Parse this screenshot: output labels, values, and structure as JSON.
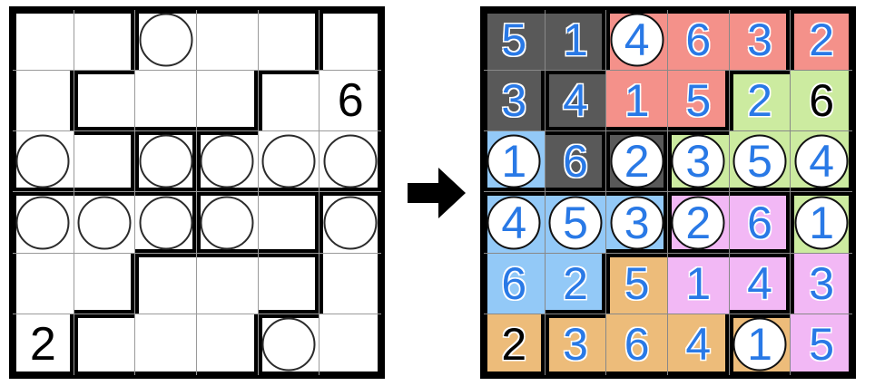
{
  "title": "Sudoku-style region puzzle and its solution",
  "arrow": {
    "name": "right-arrow",
    "color": "#000000"
  },
  "glyph_colors": {
    "digit_blue": "#2979e6",
    "digit_black": "#000000",
    "thick_border": "#000000",
    "thin_border": "#9a9a9a",
    "circle_fill": "#ffffff"
  },
  "region_colors": {
    "gray": "#595959",
    "salmon": "#f4918a",
    "green": "#cceba0",
    "blue": "#93c9f7",
    "violet": "#f2b8f5",
    "orange": "#edbc7a"
  },
  "puzzle": {
    "name": "puzzle-grid",
    "rows": 6,
    "cols": 6,
    "cells": [
      [
        {
          "value": "",
          "circle": false,
          "t": true,
          "b": false,
          "l": true,
          "r": false
        },
        {
          "value": "",
          "circle": false,
          "t": true,
          "b": false,
          "l": false,
          "r": true
        },
        {
          "value": "",
          "circle": true,
          "t": true,
          "b": false,
          "l": true,
          "r": false
        },
        {
          "value": "",
          "circle": false,
          "t": true,
          "b": false,
          "l": false,
          "r": false
        },
        {
          "value": "",
          "circle": false,
          "t": true,
          "b": false,
          "l": false,
          "r": true
        },
        {
          "value": "",
          "circle": false,
          "t": true,
          "b": false,
          "l": true,
          "r": true
        }
      ],
      [
        {
          "value": "",
          "circle": false,
          "t": false,
          "b": false,
          "l": true,
          "r": true
        },
        {
          "value": "",
          "circle": false,
          "t": true,
          "b": true,
          "l": true,
          "r": false
        },
        {
          "value": "",
          "circle": false,
          "t": false,
          "b": true,
          "l": false,
          "r": false
        },
        {
          "value": "",
          "circle": false,
          "t": false,
          "b": true,
          "l": false,
          "r": true
        },
        {
          "value": "",
          "circle": false,
          "t": true,
          "b": false,
          "l": true,
          "r": false
        },
        {
          "value": "6",
          "circle": false,
          "t": false,
          "b": false,
          "l": false,
          "r": true
        }
      ],
      [
        {
          "value": "",
          "circle": true,
          "t": false,
          "b": true,
          "l": true,
          "r": false
        },
        {
          "value": "",
          "circle": false,
          "t": true,
          "b": true,
          "l": false,
          "r": true
        },
        {
          "value": "",
          "circle": true,
          "t": true,
          "b": true,
          "l": true,
          "r": true
        },
        {
          "value": "",
          "circle": true,
          "t": true,
          "b": true,
          "l": true,
          "r": false
        },
        {
          "value": "",
          "circle": true,
          "t": false,
          "b": true,
          "l": false,
          "r": false
        },
        {
          "value": "",
          "circle": true,
          "t": false,
          "b": true,
          "l": false,
          "r": true
        }
      ],
      [
        {
          "value": "",
          "circle": true,
          "t": true,
          "b": false,
          "l": true,
          "r": false
        },
        {
          "value": "",
          "circle": true,
          "t": true,
          "b": false,
          "l": false,
          "r": false
        },
        {
          "value": "",
          "circle": true,
          "t": true,
          "b": true,
          "l": false,
          "r": true
        },
        {
          "value": "",
          "circle": true,
          "t": true,
          "b": true,
          "l": true,
          "r": false
        },
        {
          "value": "",
          "circle": false,
          "t": true,
          "b": true,
          "l": false,
          "r": true
        },
        {
          "value": "",
          "circle": true,
          "t": true,
          "b": false,
          "l": true,
          "r": true
        }
      ],
      [
        {
          "value": "",
          "circle": false,
          "t": false,
          "b": false,
          "l": true,
          "r": false
        },
        {
          "value": "",
          "circle": false,
          "t": false,
          "b": true,
          "l": false,
          "r": true
        },
        {
          "value": "",
          "circle": false,
          "t": true,
          "b": false,
          "l": true,
          "r": false
        },
        {
          "value": "",
          "circle": false,
          "t": true,
          "b": false,
          "l": false,
          "r": false
        },
        {
          "value": "",
          "circle": false,
          "t": true,
          "b": true,
          "l": false,
          "r": true
        },
        {
          "value": "",
          "circle": false,
          "t": false,
          "b": false,
          "l": true,
          "r": true
        }
      ],
      [
        {
          "value": "2",
          "circle": false,
          "t": false,
          "b": true,
          "l": true,
          "r": true
        },
        {
          "value": "",
          "circle": false,
          "t": true,
          "b": true,
          "l": true,
          "r": false
        },
        {
          "value": "",
          "circle": false,
          "t": false,
          "b": true,
          "l": false,
          "r": false
        },
        {
          "value": "",
          "circle": false,
          "t": false,
          "b": true,
          "l": false,
          "r": true
        },
        {
          "value": "",
          "circle": true,
          "t": true,
          "b": true,
          "l": true,
          "r": false
        },
        {
          "value": "",
          "circle": false,
          "t": false,
          "b": true,
          "l": false,
          "r": true
        }
      ]
    ]
  },
  "solution": {
    "name": "solution-grid",
    "rows": 6,
    "cols": 6,
    "cells": [
      [
        {
          "value": "5",
          "color": "gray",
          "digit": "blue",
          "circle": false,
          "t": true,
          "b": false,
          "l": true,
          "r": false
        },
        {
          "value": "1",
          "color": "gray",
          "digit": "blue",
          "circle": false,
          "t": true,
          "b": false,
          "l": false,
          "r": true
        },
        {
          "value": "4",
          "color": "salmon",
          "digit": "blue",
          "circle": true,
          "t": true,
          "b": false,
          "l": true,
          "r": false
        },
        {
          "value": "6",
          "color": "salmon",
          "digit": "blue",
          "circle": false,
          "t": true,
          "b": false,
          "l": false,
          "r": false
        },
        {
          "value": "3",
          "color": "salmon",
          "digit": "blue",
          "circle": false,
          "t": true,
          "b": false,
          "l": false,
          "r": true
        },
        {
          "value": "2",
          "color": "salmon",
          "digit": "blue",
          "circle": false,
          "t": true,
          "b": false,
          "l": true,
          "r": true
        }
      ],
      [
        {
          "value": "3",
          "color": "gray",
          "digit": "blue",
          "circle": false,
          "t": false,
          "b": false,
          "l": true,
          "r": true
        },
        {
          "value": "4",
          "color": "gray",
          "digit": "blue",
          "circle": false,
          "t": true,
          "b": true,
          "l": true,
          "r": false
        },
        {
          "value": "1",
          "color": "salmon",
          "digit": "blue",
          "circle": false,
          "t": false,
          "b": true,
          "l": false,
          "r": false
        },
        {
          "value": "5",
          "color": "salmon",
          "digit": "blue",
          "circle": false,
          "t": false,
          "b": true,
          "l": false,
          "r": true
        },
        {
          "value": "2",
          "color": "green",
          "digit": "blue",
          "circle": false,
          "t": true,
          "b": false,
          "l": true,
          "r": false
        },
        {
          "value": "6",
          "color": "green",
          "digit": "black",
          "circle": false,
          "t": false,
          "b": false,
          "l": false,
          "r": true
        }
      ],
      [
        {
          "value": "1",
          "color": "blue",
          "digit": "blue",
          "circle": true,
          "t": false,
          "b": true,
          "l": true,
          "r": false
        },
        {
          "value": "6",
          "color": "gray",
          "digit": "blue",
          "circle": false,
          "t": true,
          "b": true,
          "l": false,
          "r": true
        },
        {
          "value": "2",
          "color": "gray",
          "digit": "blue",
          "circle": true,
          "t": true,
          "b": true,
          "l": true,
          "r": true
        },
        {
          "value": "3",
          "color": "green",
          "digit": "blue",
          "circle": true,
          "t": true,
          "b": true,
          "l": true,
          "r": false
        },
        {
          "value": "5",
          "color": "green",
          "digit": "blue",
          "circle": true,
          "t": false,
          "b": true,
          "l": false,
          "r": false
        },
        {
          "value": "4",
          "color": "green",
          "digit": "blue",
          "circle": true,
          "t": false,
          "b": true,
          "l": false,
          "r": true
        }
      ],
      [
        {
          "value": "4",
          "color": "blue",
          "digit": "blue",
          "circle": true,
          "t": true,
          "b": false,
          "l": true,
          "r": false
        },
        {
          "value": "5",
          "color": "blue",
          "digit": "blue",
          "circle": true,
          "t": true,
          "b": false,
          "l": false,
          "r": false
        },
        {
          "value": "3",
          "color": "blue",
          "digit": "blue",
          "circle": true,
          "t": true,
          "b": true,
          "l": false,
          "r": true
        },
        {
          "value": "2",
          "color": "violet",
          "digit": "blue",
          "circle": true,
          "t": true,
          "b": true,
          "l": true,
          "r": false
        },
        {
          "value": "6",
          "color": "violet",
          "digit": "blue",
          "circle": false,
          "t": true,
          "b": true,
          "l": false,
          "r": true
        },
        {
          "value": "1",
          "color": "green",
          "digit": "blue",
          "circle": true,
          "t": true,
          "b": false,
          "l": true,
          "r": true
        }
      ],
      [
        {
          "value": "6",
          "color": "blue",
          "digit": "blue",
          "circle": false,
          "t": false,
          "b": false,
          "l": true,
          "r": false
        },
        {
          "value": "2",
          "color": "blue",
          "digit": "blue",
          "circle": false,
          "t": false,
          "b": true,
          "l": false,
          "r": true
        },
        {
          "value": "5",
          "color": "orange",
          "digit": "blue",
          "circle": false,
          "t": true,
          "b": false,
          "l": true,
          "r": false
        },
        {
          "value": "1",
          "color": "violet",
          "digit": "blue",
          "circle": false,
          "t": true,
          "b": false,
          "l": false,
          "r": false
        },
        {
          "value": "4",
          "color": "violet",
          "digit": "blue",
          "circle": false,
          "t": true,
          "b": true,
          "l": false,
          "r": true
        },
        {
          "value": "3",
          "color": "violet",
          "digit": "blue",
          "circle": false,
          "t": false,
          "b": false,
          "l": true,
          "r": true
        }
      ],
      [
        {
          "value": "2",
          "color": "orange",
          "digit": "black",
          "circle": false,
          "t": false,
          "b": true,
          "l": true,
          "r": true
        },
        {
          "value": "3",
          "color": "orange",
          "digit": "blue",
          "circle": false,
          "t": true,
          "b": true,
          "l": true,
          "r": false
        },
        {
          "value": "6",
          "color": "orange",
          "digit": "blue",
          "circle": false,
          "t": false,
          "b": true,
          "l": false,
          "r": false
        },
        {
          "value": "4",
          "color": "orange",
          "digit": "blue",
          "circle": false,
          "t": false,
          "b": true,
          "l": false,
          "r": true
        },
        {
          "value": "1",
          "color": "orange",
          "digit": "blue",
          "circle": true,
          "t": true,
          "b": true,
          "l": true,
          "r": false
        },
        {
          "value": "5",
          "color": "violet",
          "digit": "blue",
          "circle": false,
          "t": false,
          "b": true,
          "l": false,
          "r": true
        }
      ]
    ]
  }
}
